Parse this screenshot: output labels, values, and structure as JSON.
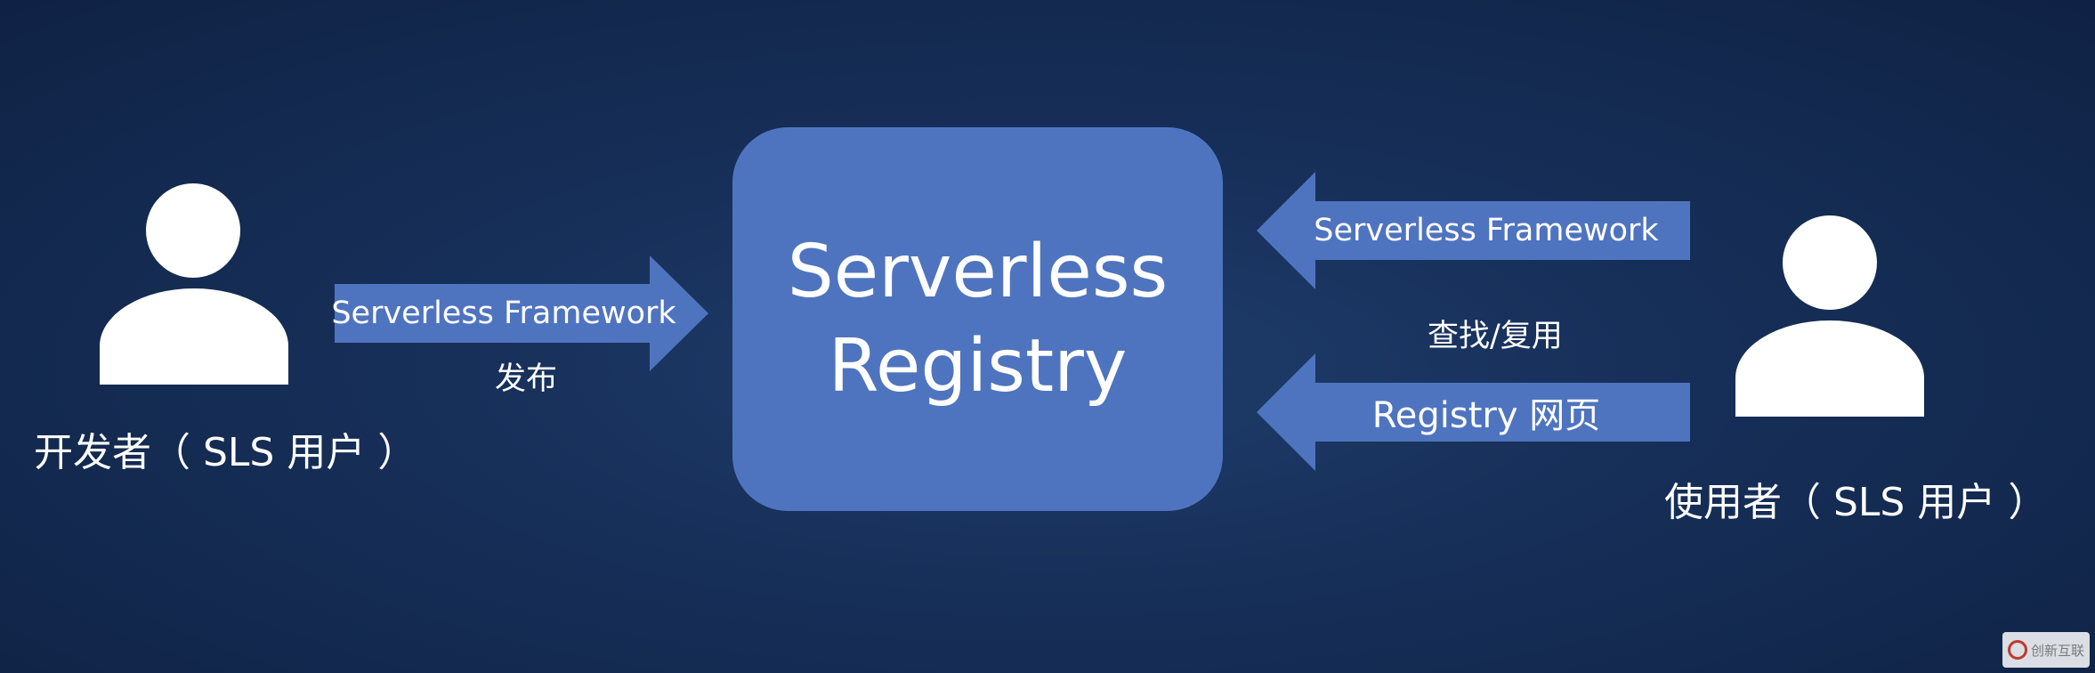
{
  "registry": {
    "line1": "Serverless",
    "line2": "Registry"
  },
  "developer": {
    "caption": "开发者（ SLS 用户 ）"
  },
  "user": {
    "caption": "使用者（ SLS 用户 ）"
  },
  "publish_arrow": {
    "label": "Serverless Framework",
    "sub": "发布"
  },
  "consume_arrow_top": {
    "label": "Serverless Framework"
  },
  "consume_middle": {
    "label": "查找/复用"
  },
  "consume_arrow_bottom": {
    "label": "Registry 网页"
  },
  "watermark": {
    "text": "创新互联"
  },
  "colors": {
    "box": "#4f74bf",
    "arrow": "#4f74bf",
    "background": "#17305a"
  }
}
